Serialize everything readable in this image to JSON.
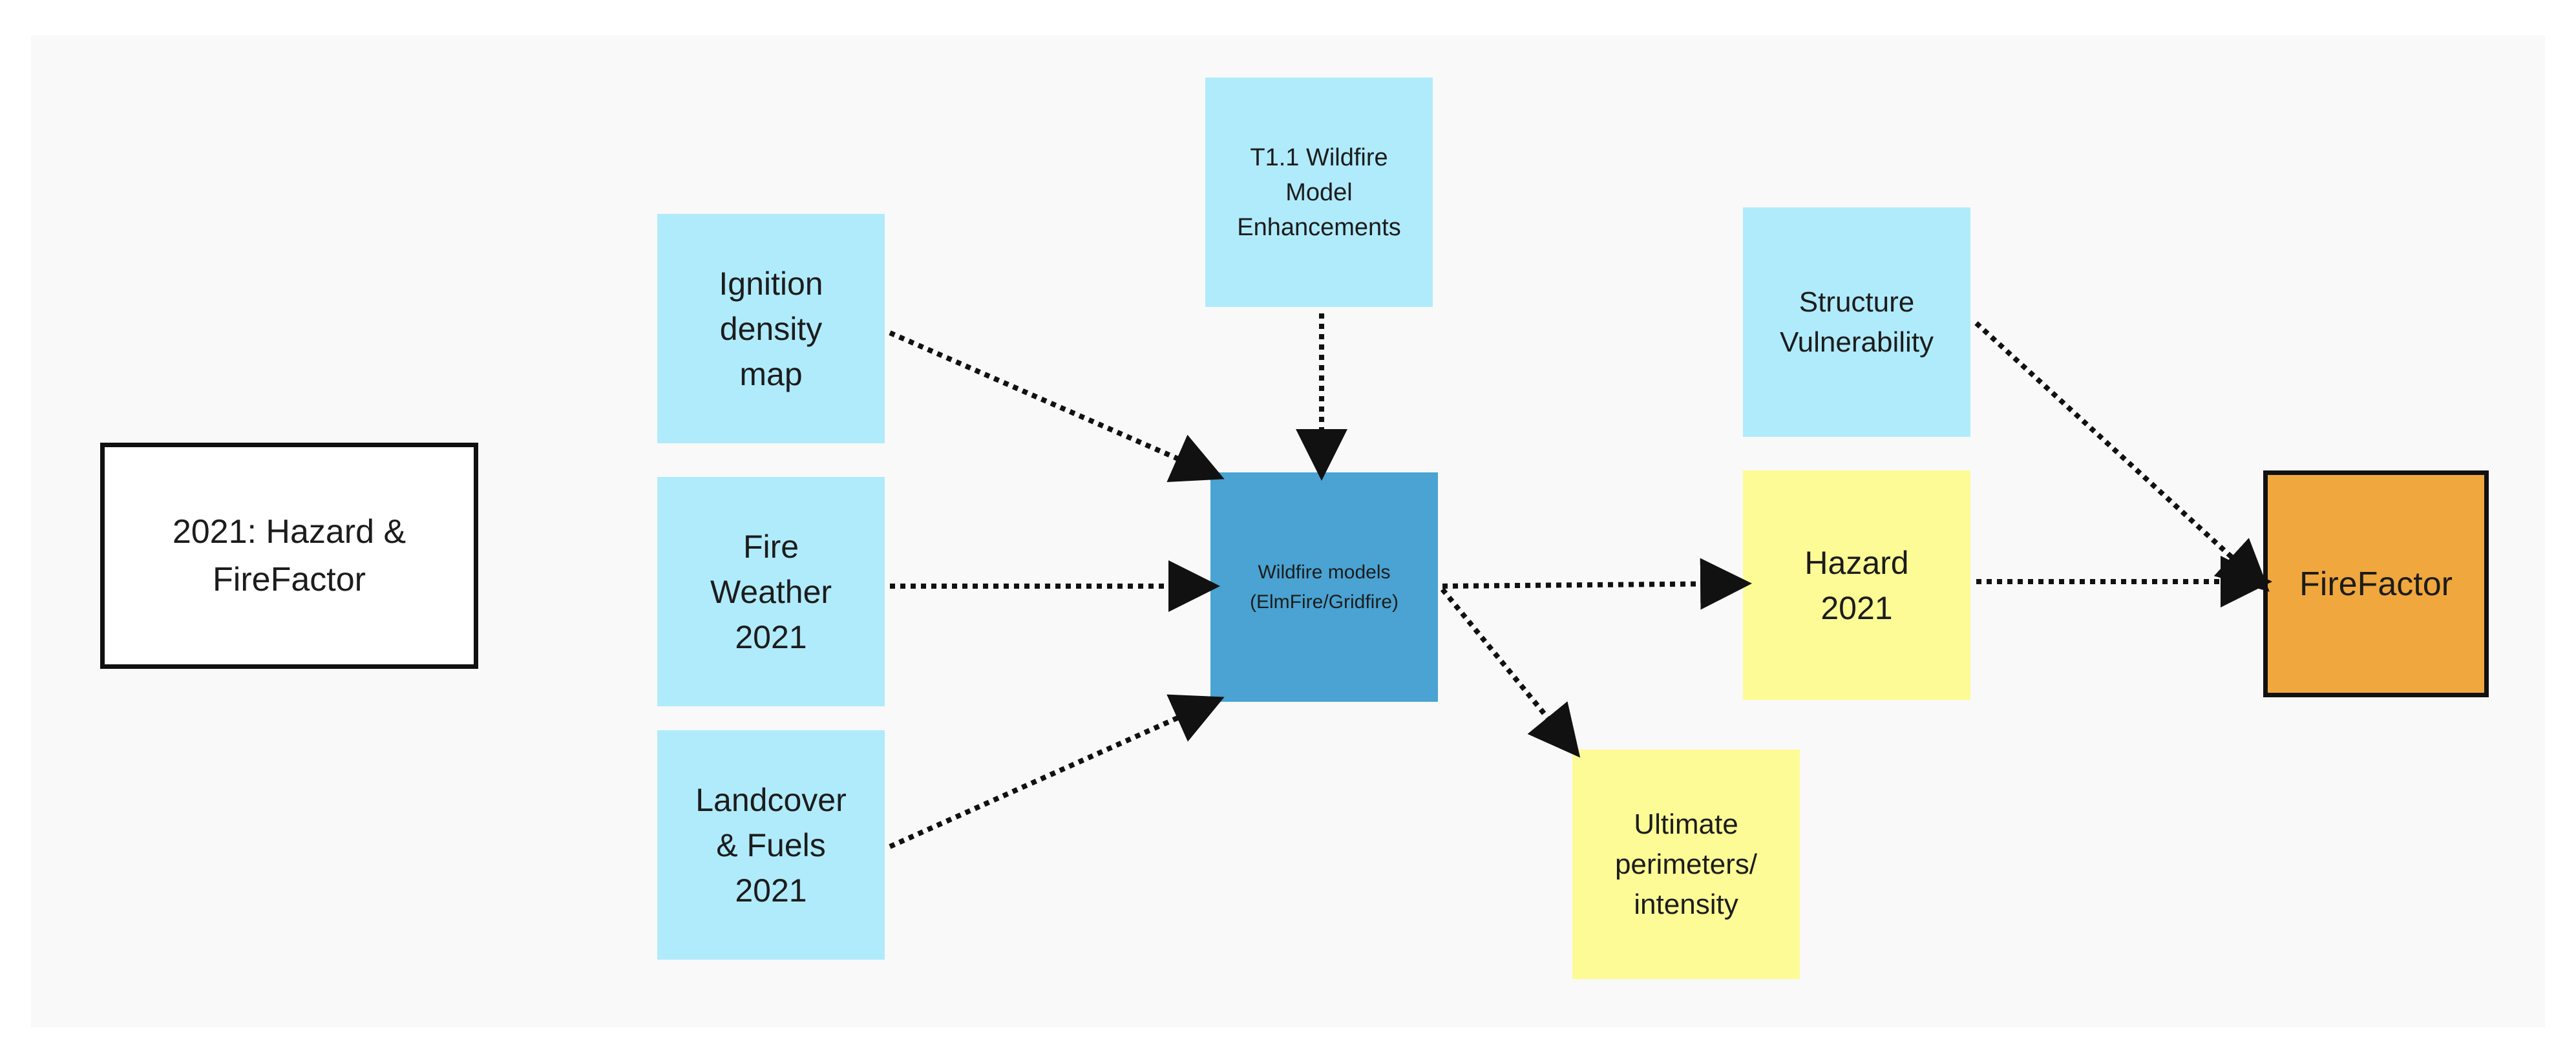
{
  "diagram": {
    "nodes": {
      "title": "2021: Hazard &\nFireFactor",
      "ignition": "Ignition\ndensity\nmap",
      "weather": "Fire\nWeather\n2021",
      "landcover": "Landcover\n& Fuels\n2021",
      "enhancements": "T1.1 Wildfire\nModel\nEnhancements",
      "models": "Wildfire models\n(ElmFire/Gridfire)",
      "structure": "Structure\nVulnerability",
      "hazard": "Hazard\n2021",
      "ultimate": "Ultimate\nperimeters/\nintensity",
      "firefactor": "FireFactor"
    },
    "edges": [
      {
        "from": "ignition",
        "to": "models"
      },
      {
        "from": "weather",
        "to": "models"
      },
      {
        "from": "landcover",
        "to": "models"
      },
      {
        "from": "enhancements",
        "to": "models"
      },
      {
        "from": "models",
        "to": "hazard"
      },
      {
        "from": "models",
        "to": "ultimate"
      },
      {
        "from": "hazard",
        "to": "firefactor"
      },
      {
        "from": "structure",
        "to": "firefactor"
      }
    ],
    "colors": {
      "input_sticky": "#b0ebfb",
      "model_box": "#4aa3d2",
      "output_sticky": "#fdfb95",
      "firefactor_box": "#f0a73d",
      "connector": "#111111"
    }
  }
}
